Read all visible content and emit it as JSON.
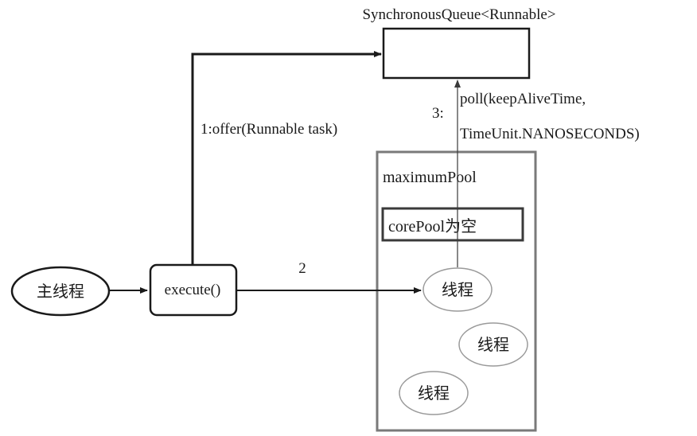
{
  "diagram": {
    "queue_label": "SynchronousQueue<Runnable>",
    "main_thread_label": "主线程",
    "execute_label": "execute()",
    "offer_label": "1:offer(Runnable task)",
    "step2_label": "2",
    "step3_label": "3:",
    "poll_line1": "poll(keepAliveTime,",
    "poll_line2": "TimeUnit.NANOSECONDS)",
    "maximum_pool_label": "maximumPool",
    "core_pool_label": "corePool为空",
    "thread_label": "线程",
    "colors": {
      "stroke": "#1a1a1a",
      "pool_border": "#7a7a7a",
      "thread_border": "#9a9a9a"
    }
  }
}
